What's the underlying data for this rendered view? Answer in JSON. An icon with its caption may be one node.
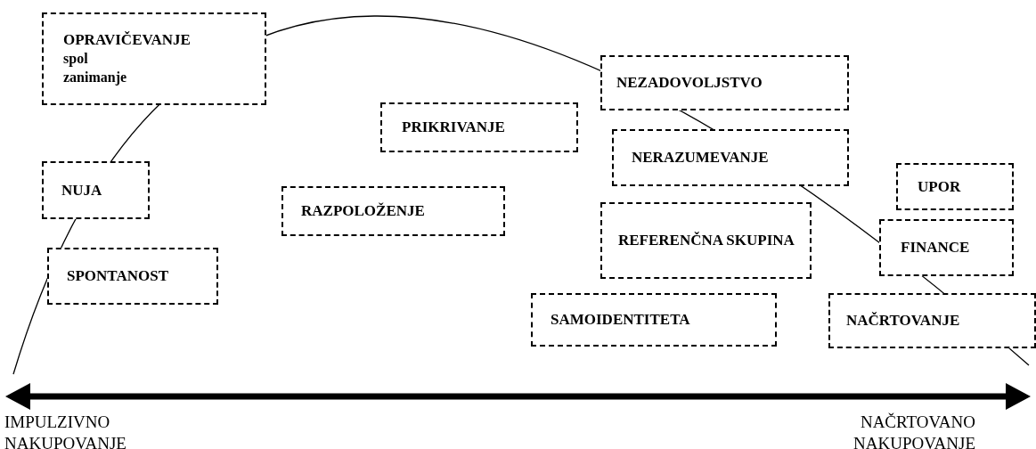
{
  "diagram": {
    "nodes": [
      {
        "text": [
          "OPRAVIČEVANJE",
          "spol",
          "zanimanje"
        ]
      },
      {
        "text": [
          "NEZADOVOLJSTVO"
        ]
      },
      {
        "text": [
          "PRIKRIVANJE"
        ]
      },
      {
        "text": [
          "NERAZUMEVANJE"
        ]
      },
      {
        "text": [
          "NUJA"
        ]
      },
      {
        "text": [
          "UPOR"
        ]
      },
      {
        "text": [
          "RAZPOLOŽENJE"
        ]
      },
      {
        "text": [
          "REFERENČNA SKUPINA"
        ]
      },
      {
        "text": [
          "FINANCE"
        ]
      },
      {
        "text": [
          "SPONTANOST"
        ]
      },
      {
        "text": [
          "SAMOIDENTITETA"
        ]
      },
      {
        "text": [
          "NAČRTOVANJE"
        ]
      }
    ],
    "edges": [],
    "labels": [
      "IMPULZIVNO NAKUPOVANJE",
      "NAČRTOVANO NAKUPOVANJE"
    ]
  }
}
